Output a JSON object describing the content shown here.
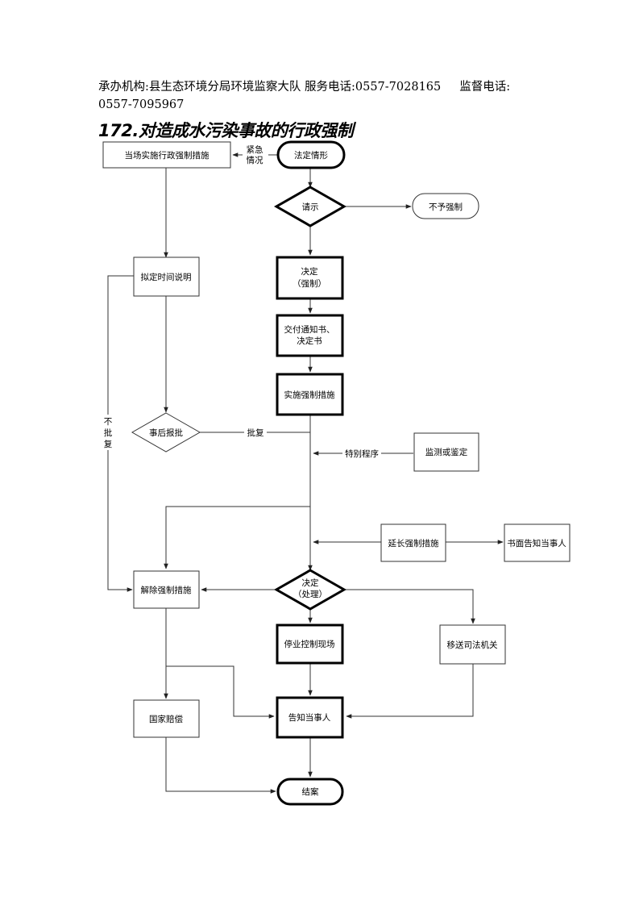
{
  "header": {
    "line1": "承办机构:县生态环境分局环境监察大队 服务电话:0557-7028165     监督电话:",
    "line2": "0557-7095967"
  },
  "title": "172.对造成水污染事故的行政强制",
  "nodes": {
    "onsite": "当场实施行政强制措施",
    "legal": "法定情形",
    "request": "请示",
    "no_enforce": "不予强制",
    "draft_time": "拟定时间说明",
    "decide1_l1": "决定",
    "decide1_l2": "（强制）",
    "deliver_l1": "交付通知书、",
    "deliver_l2": "决定书",
    "implement": "实施强制措施",
    "post_report": "事后报批",
    "monitor": "监测或鉴定",
    "extend": "延长强制措施",
    "written_notice": "书面告知当事人",
    "release": "解除强制措施",
    "decide2_l1": "决定",
    "decide2_l2": "（处理）",
    "stop_control": "停业控制现场",
    "transfer": "移送司法机关",
    "compensation": "国家赔偿",
    "notify": "告知当事人",
    "close": "结案"
  },
  "labels": {
    "urgent_l1": "紧急",
    "urgent_l2": "情况",
    "approve": "批复",
    "not_approve_1": "不",
    "not_approve_2": "批",
    "not_approve_3": "复",
    "special": "特别程序"
  }
}
